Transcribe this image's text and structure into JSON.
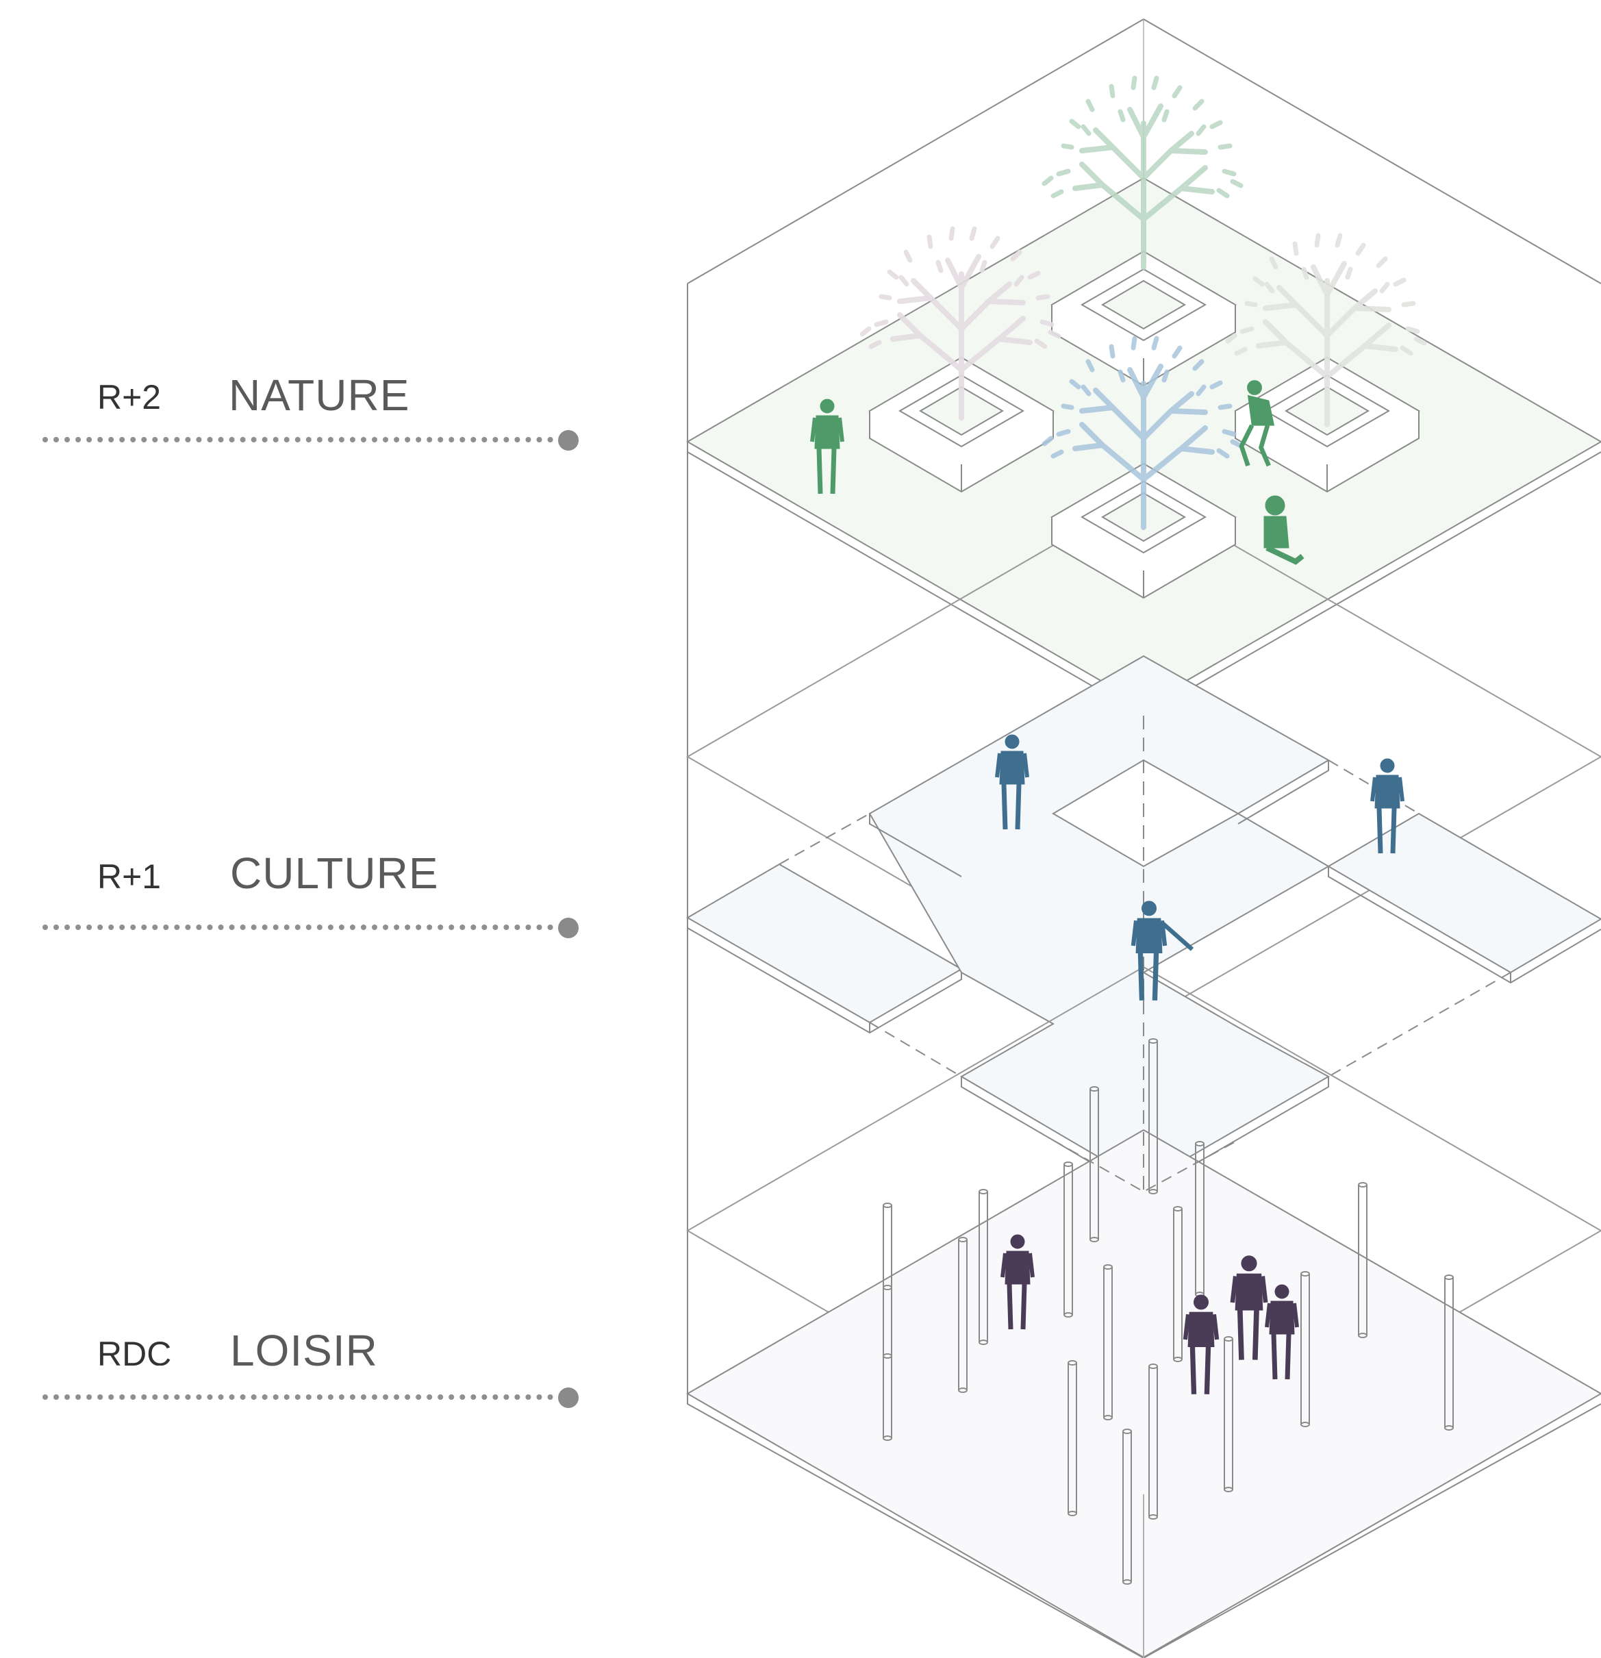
{
  "levels": [
    {
      "code": "R+2",
      "name": "NATURE"
    },
    {
      "code": "R+1",
      "name": "CULTURE"
    },
    {
      "code": "RDC",
      "name": "LOISIR"
    }
  ],
  "colors": {
    "nature": "#4e9a68",
    "nature_floor": "#f3f8f3",
    "culture": "#3f6e8e",
    "culture_floor": "#f5f8fb",
    "loisir": "#4a3b57",
    "loisir_floor": "#f9f8fb",
    "line": "#8a8a8a",
    "leader": "#8f8f8f"
  },
  "icons": {
    "tree": "tree-icon",
    "person": "person-icon",
    "column": "column-icon",
    "planter": "planter-icon"
  }
}
